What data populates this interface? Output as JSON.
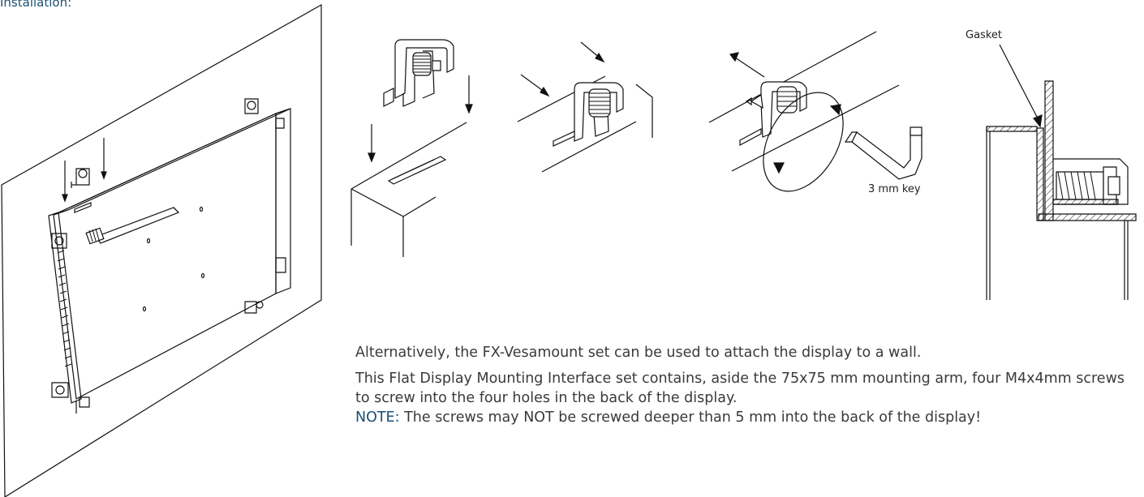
{
  "section": {
    "title": "Installation:"
  },
  "figures": {
    "gasket_label": "Gasket",
    "key_label": "3 mm key"
  },
  "text": {
    "paragraph1": "Alternatively, the FX-Vesamount set can be used to attach the display to a wall.",
    "paragraph2": "This Flat Display Mounting Interface set contains, aside the 75x75 mm mounting arm, four M4x4mm screws to screw into the four holes in the back of the display.",
    "note_label": "NOTE:",
    "note_text": " The screws may NOT be screwed deeper than  5 mm into the back of the display!"
  },
  "colors": {
    "heading": "#1d4f74",
    "note": "#1d4f74",
    "body": "#3a3a3a",
    "line": "#111111"
  }
}
